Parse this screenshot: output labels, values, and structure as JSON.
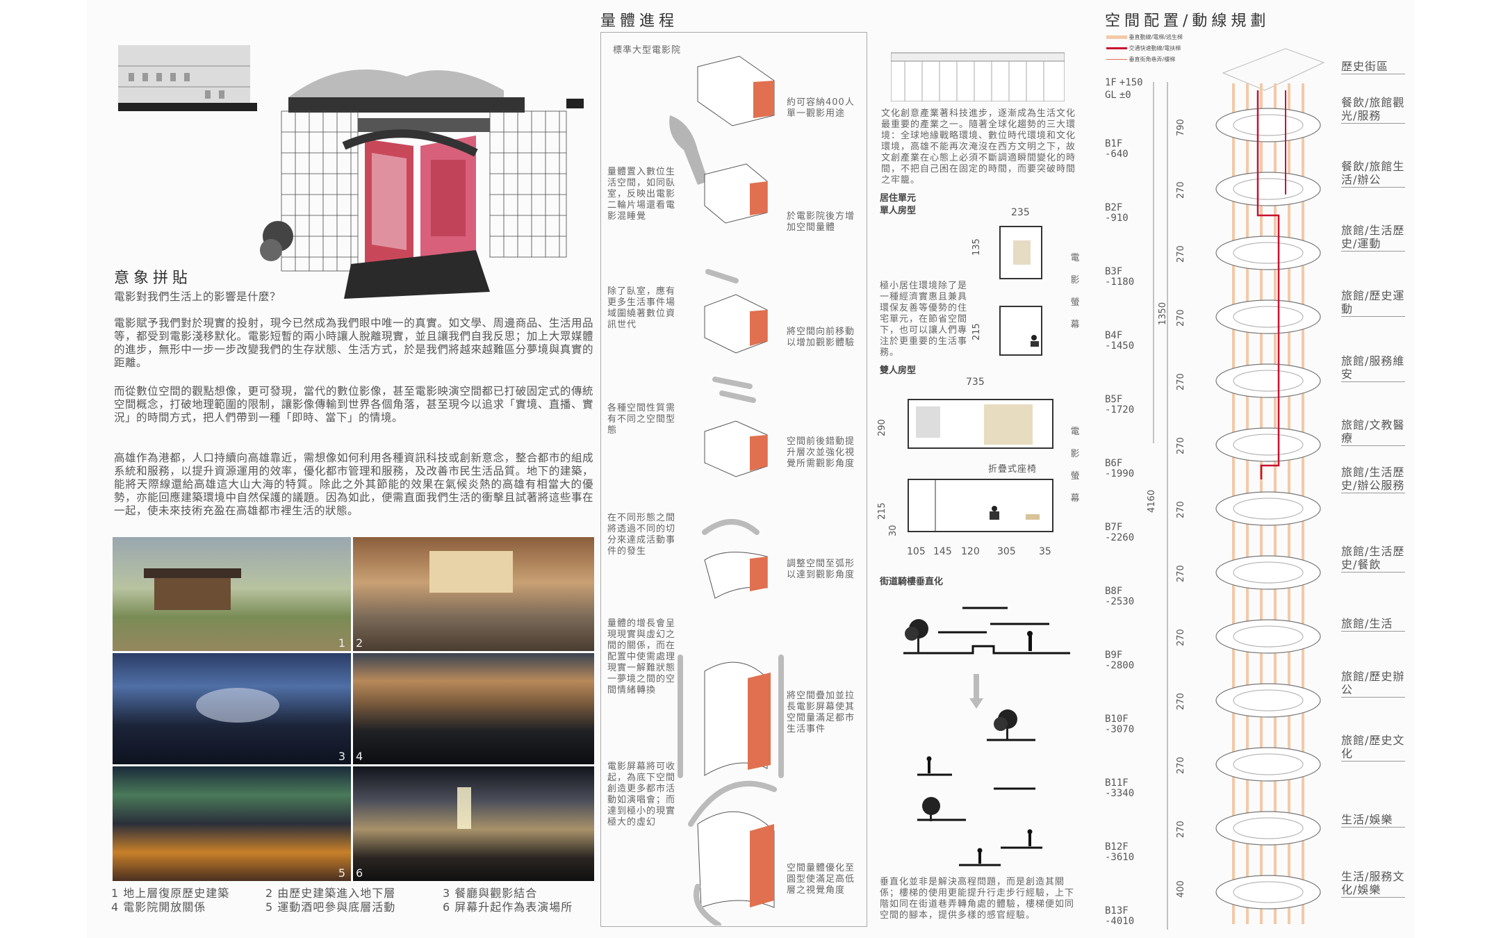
{
  "colors": {
    "accent_red": "#c8102e",
    "orange": "#e07050",
    "pale_orange": "#f3c9a8",
    "text": "#555555"
  },
  "collage": {
    "heading": "意象拼貼",
    "question": "電影對我們生活上的影響是什麼？",
    "paragraphs": [
      "電影賦予我們對於現實的投射，現今已然成為我們眼中唯一的真實。如文學、周邊商品、生活用品等，都受到電影淺移默化。電影短暫的兩小時讓人脫離現實，並且讓我們自我反思；加上大眾媒體的進步，無形中一步一步改變我們的生存狀態、生活方式，於是我們將越來越難區分夢境與真實的距離。",
      "而從數位空間的觀點想像，更可發現，當代的數位影像，甚至電影映演空間都已打破固定式的傳統空間概念，打破地理範圍的限制，讓影像傳輸到世界各個角落，甚至現今以追求「實境、直播、實況」的時間方式，把人們帶到一種「即時、當下」的情境。",
      "高雄作為港都，人口持續向高雄靠近，需想像如何利用各種資訊科技或創新意念，整合都市的組成系統和服務，以提升資源運用的效率，優化都市管理和服務，及改善市民生活品質。地下的建築，能將天際線還給高雄這大山大海的特質。除此之外其節能的效果在氣候炎熱的高雄有相當大的優勢，亦能回應建築環境中自然保護的議題。因為如此，便需直面我們生活的衝擊且試著將這些事在一起，使未來技術充盈在高雄都市裡生活的狀態。"
    ],
    "photo_numbers": [
      "1",
      "2",
      "3",
      "4",
      "5",
      "6"
    ],
    "captions": [
      "1 地上層復原歷史建築",
      "2 由歷史建築進入地下層",
      "3 餐廳與觀影結合",
      "4 電影院開放關係",
      "5 運動酒吧參與底層活動",
      "6 屏幕升起作為表演場所"
    ]
  },
  "massing": {
    "heading": "量體進程",
    "steps": [
      {
        "left": "標準大型電影院",
        "right": "約可容納400人單一觀影用途"
      },
      {
        "left": "量體置入數位生活空間，如同臥室，反映出電影二輪片場還看電影混睡覺",
        "right": "於電影院後方增加空間量體"
      },
      {
        "left": "除了臥室，應有更多生活事件場域圍繞著數位資訊世代",
        "right": "將空間向前移動以增加觀影體驗"
      },
      {
        "left": "各種空間性質需有不同之空間型態",
        "right": "空間前後錯動提升層次並強化視覺所需觀影角度"
      },
      {
        "left": "在不同形態之間將透過不同的切分來達成活動事件的發生",
        "right": "調整空間至弧形以達到觀影角度"
      },
      {
        "left": "量體的增長會呈現現實與虛幻之間的關係，而在配置中使需處理現實一解難狀態一夢境之間的空間情緒轉換",
        "right": "將空間疊加並拉長電影屏幕使其空間量滿足都市生活事件"
      },
      {
        "left": "電影屏幕將可收起，為底下空間創造更多都市活動如演唱會；而達到極小的現實極大的虛幻",
        "right": "空間量體優化至圓型使滿足高低層之視覺角度"
      }
    ]
  },
  "housing": {
    "intro": "文化創意產業著科技進步，逐漸成為生活文化最重要的產業之一。隨著全球化趨勢的三大環境：全球地緣戰略環境、數位時代環境和文化環境，高雄不能再次淹沒在西方文明之下，故文創產業在心態上必須不斷調適瞬間變化的時間，不把自己困在固定的時間，而要突破時間之牢籠。",
    "unit_heading": "居住單元",
    "single_heading": "單人房型",
    "single_note": "極小居住環境除了是一種經濟實惠且兼具環保友善等優勢的住宅單元，在節省空間下，也可以讓人們專注於更重要的生活事務。",
    "single_dims": {
      "width": "235",
      "upper": "135",
      "lower": "215"
    },
    "screen_label": [
      "電",
      "影",
      "螢",
      "幕"
    ],
    "double_heading": "雙人房型",
    "double_dims": {
      "width": "735",
      "height": "290",
      "lower": "215",
      "base": "30",
      "bottom": [
        "105",
        "145",
        "120",
        "305",
        "35"
      ]
    },
    "folding_seat": "折疊式座椅",
    "street_heading": "街道騎樓垂直化",
    "street_note": "垂直化並非是解決高程問題，而是創造其關係；樓梯的使用更能提升行走步行經驗，上下階如同在街道巷弄轉角處的體驗，樓梯便如同空間的腳本，提供多樣的感官經驗。"
  },
  "circulation": {
    "heading": "空間配置/動線規劃",
    "legend": [
      "垂直動線/電梯/逃生梯",
      "交通快速動線/電扶梯",
      "垂直街角巷弄/樓梯"
    ],
    "floors": [
      {
        "name": "1F",
        "level": "+150"
      },
      {
        "name": "GL",
        "level": "±0"
      },
      {
        "name": "B1F",
        "level": "-640"
      },
      {
        "name": "B2F",
        "level": "-910"
      },
      {
        "name": "B3F",
        "level": "-1180"
      },
      {
        "name": "B4F",
        "level": "-1450"
      },
      {
        "name": "B5F",
        "level": "-1720"
      },
      {
        "name": "B6F",
        "level": "-1990"
      },
      {
        "name": "B7F",
        "level": "-2260"
      },
      {
        "name": "B8F",
        "level": "-2530"
      },
      {
        "name": "B9F",
        "level": "-2800"
      },
      {
        "name": "B10F",
        "level": "-3070"
      },
      {
        "name": "B11F",
        "level": "-3340"
      },
      {
        "name": "B12F",
        "level": "-3610"
      },
      {
        "name": "B13F",
        "level": "-4010"
      }
    ],
    "functions": [
      "歷史街區",
      "餐飲/旅館觀光/服務",
      "餐飲/旅館生活/辦公",
      "旅館/生活歷史/運動",
      "旅館/歷史運動",
      "旅館/服務維安",
      "旅館/文教醫療",
      "旅館/生活歷史/辦公服務",
      "旅館/生活歷史/餐飲",
      "旅館/生活",
      "旅館/歷史辦公",
      "旅館/歷史文化",
      "生活/娛樂",
      "生活/服務文化/娛樂"
    ],
    "dims": {
      "total": "4160",
      "upper": "1350",
      "step": "270",
      "top": "790",
      "last": "400"
    }
  }
}
